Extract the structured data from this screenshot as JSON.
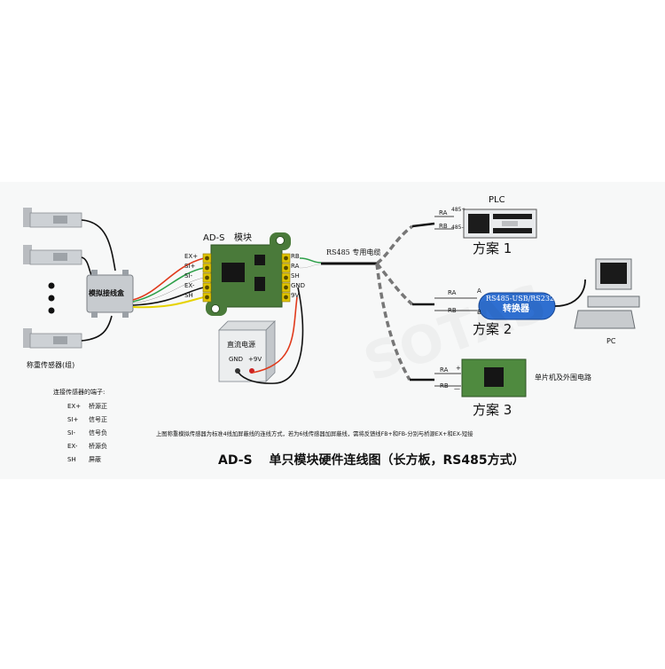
{
  "module": {
    "name": "AD-S",
    "name_suffix": "模块",
    "left_pins": [
      "EX+",
      "SI+",
      "SI-",
      "EX-",
      "SH"
    ],
    "right_pins": [
      "RB",
      "RA",
      "SH",
      "GND",
      "9V"
    ]
  },
  "junction_box": {
    "label": "模拟接线盒"
  },
  "sensor_group": {
    "label": "称重传感器(组)"
  },
  "power_supply": {
    "label": "直流电源",
    "gnd": "GND",
    "plus9v": "+9V"
  },
  "cable": {
    "label": "RS485 专用电缆"
  },
  "plc": {
    "label": "PLC",
    "pin_a": "RA",
    "pin_b": "RB",
    "mark_a": "485+",
    "mark_b": "485-",
    "scheme": "方案 1"
  },
  "converter": {
    "label_en": "RS485-USB/RS232",
    "label_cn": "转换器",
    "pin_a": "RA",
    "pin_b": "RB",
    "mark_a": "A",
    "mark_b": "B",
    "scheme": "方案 2"
  },
  "pc": {
    "label": "PC"
  },
  "mcu": {
    "label": "单片机及外围电路",
    "pin_a": "RA",
    "pin_b": "RB",
    "mark_a": "+",
    "mark_b": "—",
    "scheme": "方案 3"
  },
  "legend": {
    "title": "连接传感器的端子:",
    "rows": [
      {
        "code": "EX+",
        "desc": "桥源正"
      },
      {
        "code": "SI+",
        "desc": "信号正"
      },
      {
        "code": "SI-",
        "desc": "信号负"
      },
      {
        "code": "EX-",
        "desc": "桥源负"
      },
      {
        "code": "SH",
        "desc": "屏蔽"
      }
    ]
  },
  "note": "上图称重模拟传感器为标准4线加屏蔽线的连线方式，若为6线传感器加屏蔽线，需将反馈线FB+和FB-分别与桥源EX+和EX-短接",
  "caption": "AD-S　 单只模块硬件连线图（长方板，RS485方式）",
  "colors": {
    "module_board": "#4a7a3a",
    "terminal": "#e0c400",
    "converter": "#2f6fd0",
    "wire_red": "#e03a1c",
    "wire_yellow": "#e6d200",
    "wire_green": "#2ea04a"
  }
}
